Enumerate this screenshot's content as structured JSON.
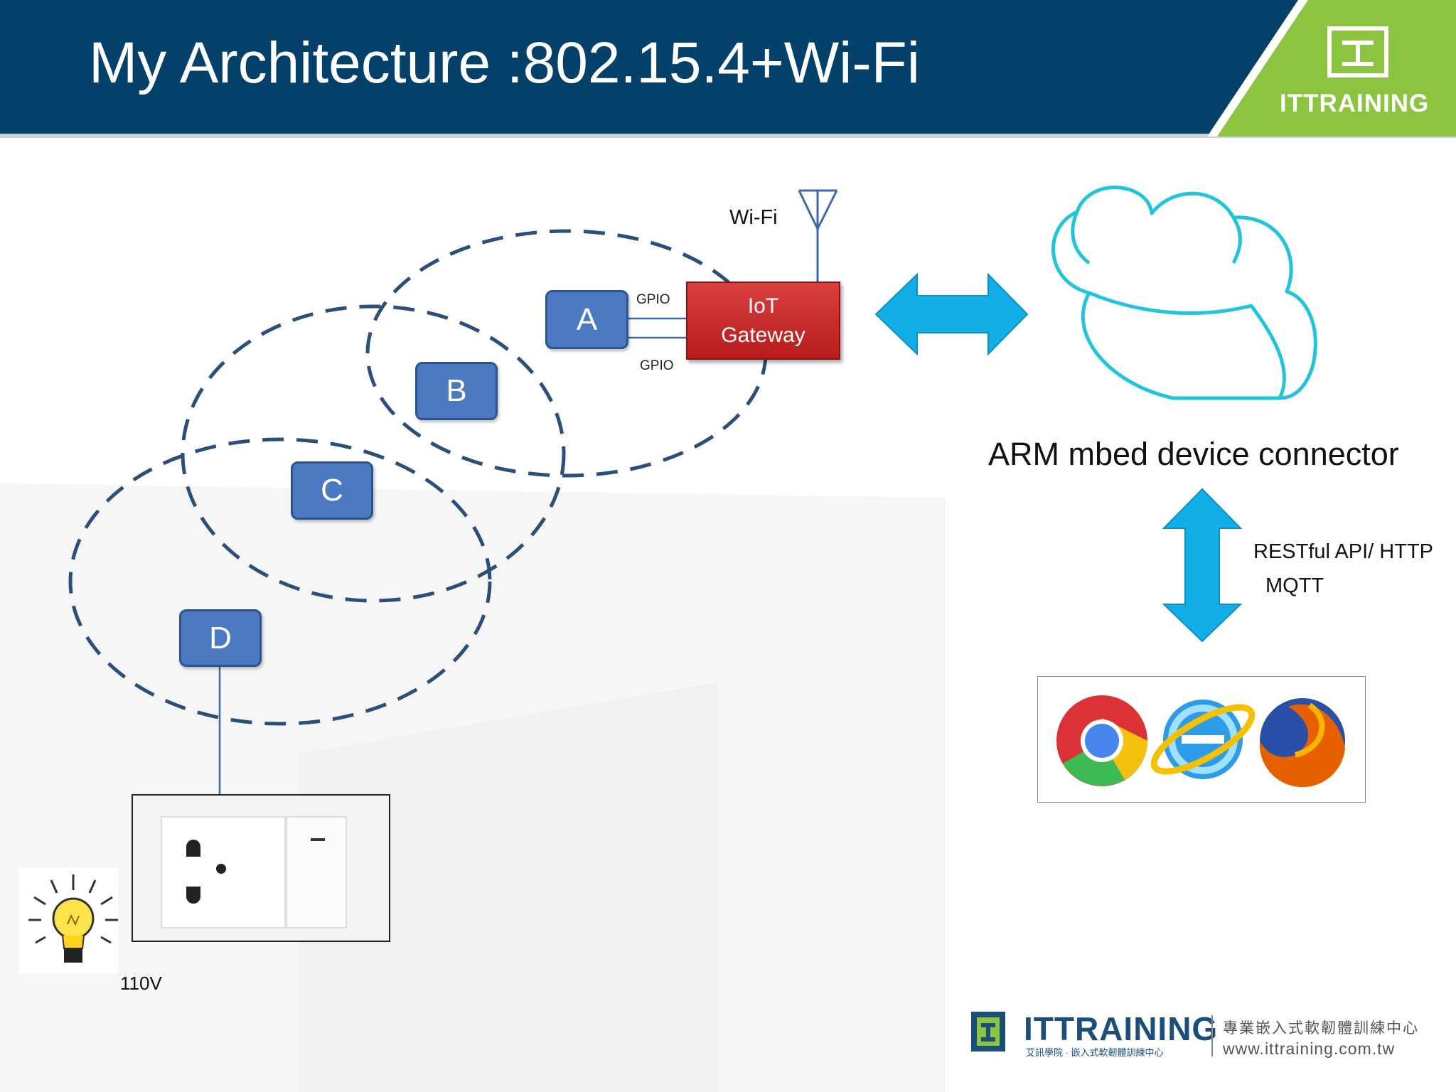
{
  "slide": {
    "title": "My Architecture :802.15.4+Wi-Fi",
    "logo_text": "ITTRAINING",
    "footer_brand": "ITTRAINING",
    "footer_cn_sub": "艾訊學院 · 嵌入式軟韌體訓練中心",
    "footer_cn_right": "專業嵌入式軟韌體訓練中心",
    "footer_url": "www.ittraining.com.tw"
  },
  "diagram": {
    "nodes": {
      "a": "A",
      "b": "B",
      "c": "C",
      "d": "D"
    },
    "gateway": {
      "line1": "IoT",
      "line2": "Gateway"
    },
    "gpio_top": "GPIO",
    "gpio_bottom": "GPIO",
    "wifi_label": "Wi-Fi",
    "cloud_label": "ARM mbed device connector",
    "api_line1": "RESTful API/ HTTP",
    "api_line2": "MQTT",
    "voltage_label": "110V"
  },
  "colors": {
    "header_bg": "#03416a",
    "logo_bg": "#8cc43f",
    "node_fill": "#4b79c2",
    "dashed_ring": "#2c4f7a",
    "arrow": "#11aee8",
    "cloud_stroke": "#22c4dc",
    "gateway_fill": "#c42828"
  },
  "icons": [
    "antenna-icon",
    "cloud-icon",
    "lightbulb-icon",
    "chrome-icon",
    "ie-icon",
    "firefox-icon",
    "outlet-icon",
    "switch-icon"
  ]
}
